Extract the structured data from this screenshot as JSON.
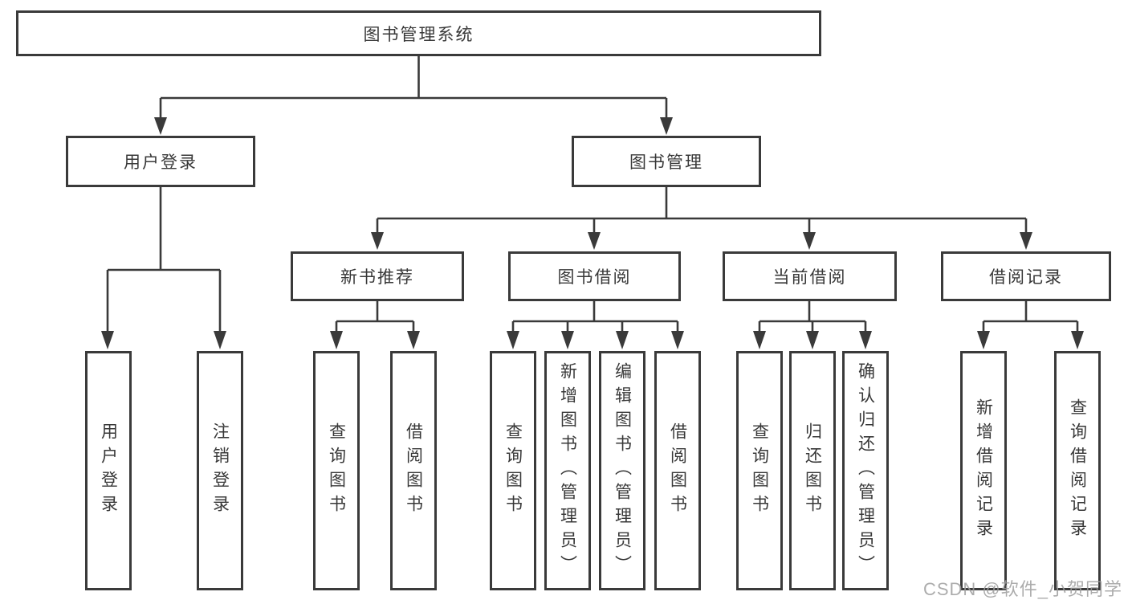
{
  "diagram": {
    "title_node": {
      "label": "图书管理系统"
    },
    "level2": {
      "user_login": {
        "label": "用户登录"
      },
      "book_mgmt": {
        "label": "图书管理"
      }
    },
    "level3": {
      "new_book_rec": {
        "label": "新书推荐"
      },
      "book_borrow": {
        "label": "图书借阅"
      },
      "current_borrow": {
        "label": "当前借阅"
      },
      "borrow_records": {
        "label": "借阅记录"
      }
    },
    "leaves": {
      "user_login": [
        {
          "label": "用户登录"
        },
        {
          "label": "注销登录"
        }
      ],
      "new_book_rec": [
        {
          "label": "查询图书"
        },
        {
          "label": "借阅图书"
        }
      ],
      "book_borrow": [
        {
          "label": "查询图书"
        },
        {
          "label": "新增图书（管理员）"
        },
        {
          "label": "编辑图书（管理员）"
        },
        {
          "label": "借阅图书"
        }
      ],
      "current_borrow": [
        {
          "label": "查询图书"
        },
        {
          "label": "归还图书"
        },
        {
          "label": "确认归还（管理员）"
        }
      ],
      "borrow_records": [
        {
          "label": "新增借阅记录"
        },
        {
          "label": "查询借阅记录"
        }
      ]
    },
    "colors": {
      "line": "#3a3a3a",
      "text": "#383838",
      "box_background": "#ffffff",
      "watermark": "#9e9e9e"
    }
  },
  "watermark": {
    "text": "CSDN @软件_小贺同学"
  }
}
